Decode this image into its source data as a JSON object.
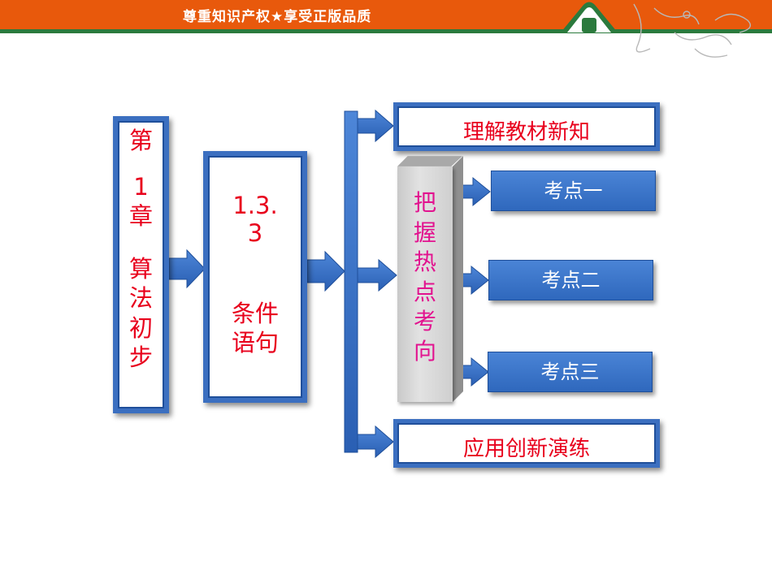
{
  "banner": {
    "slogan": "尊重知识产权★享受正版品质",
    "brand_color": "#e8590c",
    "accent_color": "#2b7a3d"
  },
  "chapter": {
    "chars": [
      "第",
      "1",
      "章",
      "算",
      "法",
      "初",
      "步"
    ]
  },
  "section": {
    "number_line1": "1.3.",
    "number_line2": "3",
    "title_line1": "条件",
    "title_line2": "语句"
  },
  "boxes": {
    "understand": "理解教材新知",
    "hotspots": [
      "把",
      "握",
      "热",
      "点",
      "考",
      "向"
    ],
    "point1": "考点一",
    "point2": "考点二",
    "point3": "考点三",
    "apply": "应用创新演练"
  },
  "colors": {
    "frame_blue": "#3b6fc0",
    "text_red": "#e8001c",
    "text_pink": "#e2138f",
    "button_blue": "#3a74c8"
  }
}
